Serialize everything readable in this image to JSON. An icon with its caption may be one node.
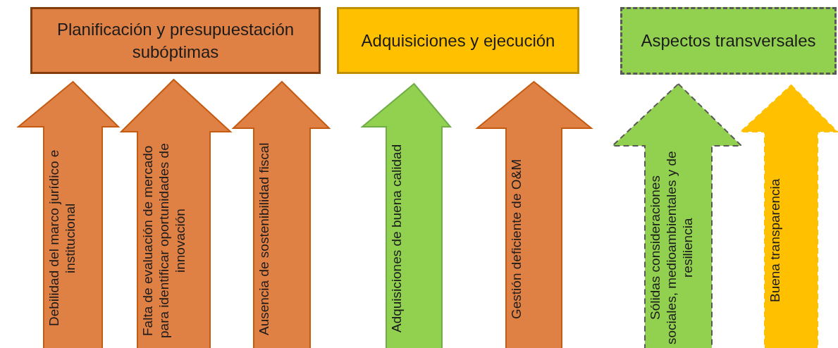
{
  "diagram": {
    "nodes": [
      {
        "text": [
          "Planificación y presupuestación subóptimas"
        ]
      },
      {
        "text": [
          "Adquisiciones y ejecución"
        ]
      },
      {
        "text": [
          "Aspectos transversales"
        ]
      },
      {
        "text": [
          "Debilidad del marco jurídico e institucional"
        ]
      },
      {
        "text": [
          "Falta de evaluación de mercado para identificar oportunidades de innovación"
        ]
      },
      {
        "text": [
          "Ausencia de sostenibilidad fiscal"
        ]
      },
      {
        "text": [
          "Adquisiciones de buena calidad"
        ]
      },
      {
        "text": [
          "Gestión deficiente de O&M"
        ]
      },
      {
        "text": [
          "Sólidas consideraciones sociales, medioambientales y de resiliencia"
        ]
      },
      {
        "text": [
          "Buena transparencia"
        ]
      }
    ]
  }
}
